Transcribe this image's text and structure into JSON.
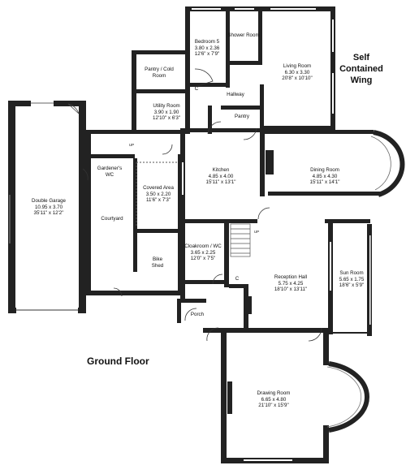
{
  "floor_title": "Ground Floor",
  "wing_label": [
    "Self",
    "Contained",
    "Wing"
  ],
  "rooms": {
    "bedroom5": {
      "name": "Bedroom 5",
      "metric": "3.80 x 2.36",
      "imperial": "12'6\" x 7'9\""
    },
    "shower": {
      "name": "Shower Room"
    },
    "living": {
      "name": "Living Room",
      "metric": "6.30 x 3.30",
      "imperial": "20'8\" x 10'10\""
    },
    "pantry_cold": {
      "name": "Pantry / Cold Room"
    },
    "utility": {
      "name": "Utility Room",
      "metric": "3.90 x 1.90",
      "imperial": "12'10\" x 6'3\""
    },
    "hallway": {
      "name": "Hallway"
    },
    "pantry": {
      "name": "Pantry"
    },
    "kitchen": {
      "name": "Kitchen",
      "metric": "4.85 x 4.00",
      "imperial": "15'11\" x 13'1\""
    },
    "dining": {
      "name": "Dining Room",
      "metric": "4.85 x 4.30",
      "imperial": "15'11\" x 14'1\""
    },
    "garage": {
      "name": "Double Garage",
      "metric": "10.95 x 3.70",
      "imperial": "35'11\" x 12'2\""
    },
    "gardeners_wc": {
      "name": "Gardener's WC"
    },
    "covered": {
      "name": "Covered Area",
      "metric": "3.50 x 2.20",
      "imperial": "11'6\" x 7'3\""
    },
    "courtyard": {
      "name": "Courtyard"
    },
    "bike_shed": {
      "name": "Bike Shed"
    },
    "cloakroom": {
      "name": "Cloakroom / WC",
      "metric": "3.65 x 2.25",
      "imperial": "12'0\" x 7'5\""
    },
    "reception": {
      "name": "Reception Hall",
      "metric": "5.75 x 4.25",
      "imperial": "18'10\" x 13'11\""
    },
    "sun": {
      "name": "Sun Room",
      "metric": "5.65 x 1.75",
      "imperial": "18'6\" x 5'9\""
    },
    "porch": {
      "name": "Porch"
    },
    "drawing": {
      "name": "Drawing Room",
      "metric": "6.65 x 4.80",
      "imperial": "21'10\" x 15'9\""
    }
  },
  "marks": {
    "cupboard_top": "C",
    "cupboard_cloak": "C",
    "up_top": "UP",
    "up_stair": "UP"
  }
}
